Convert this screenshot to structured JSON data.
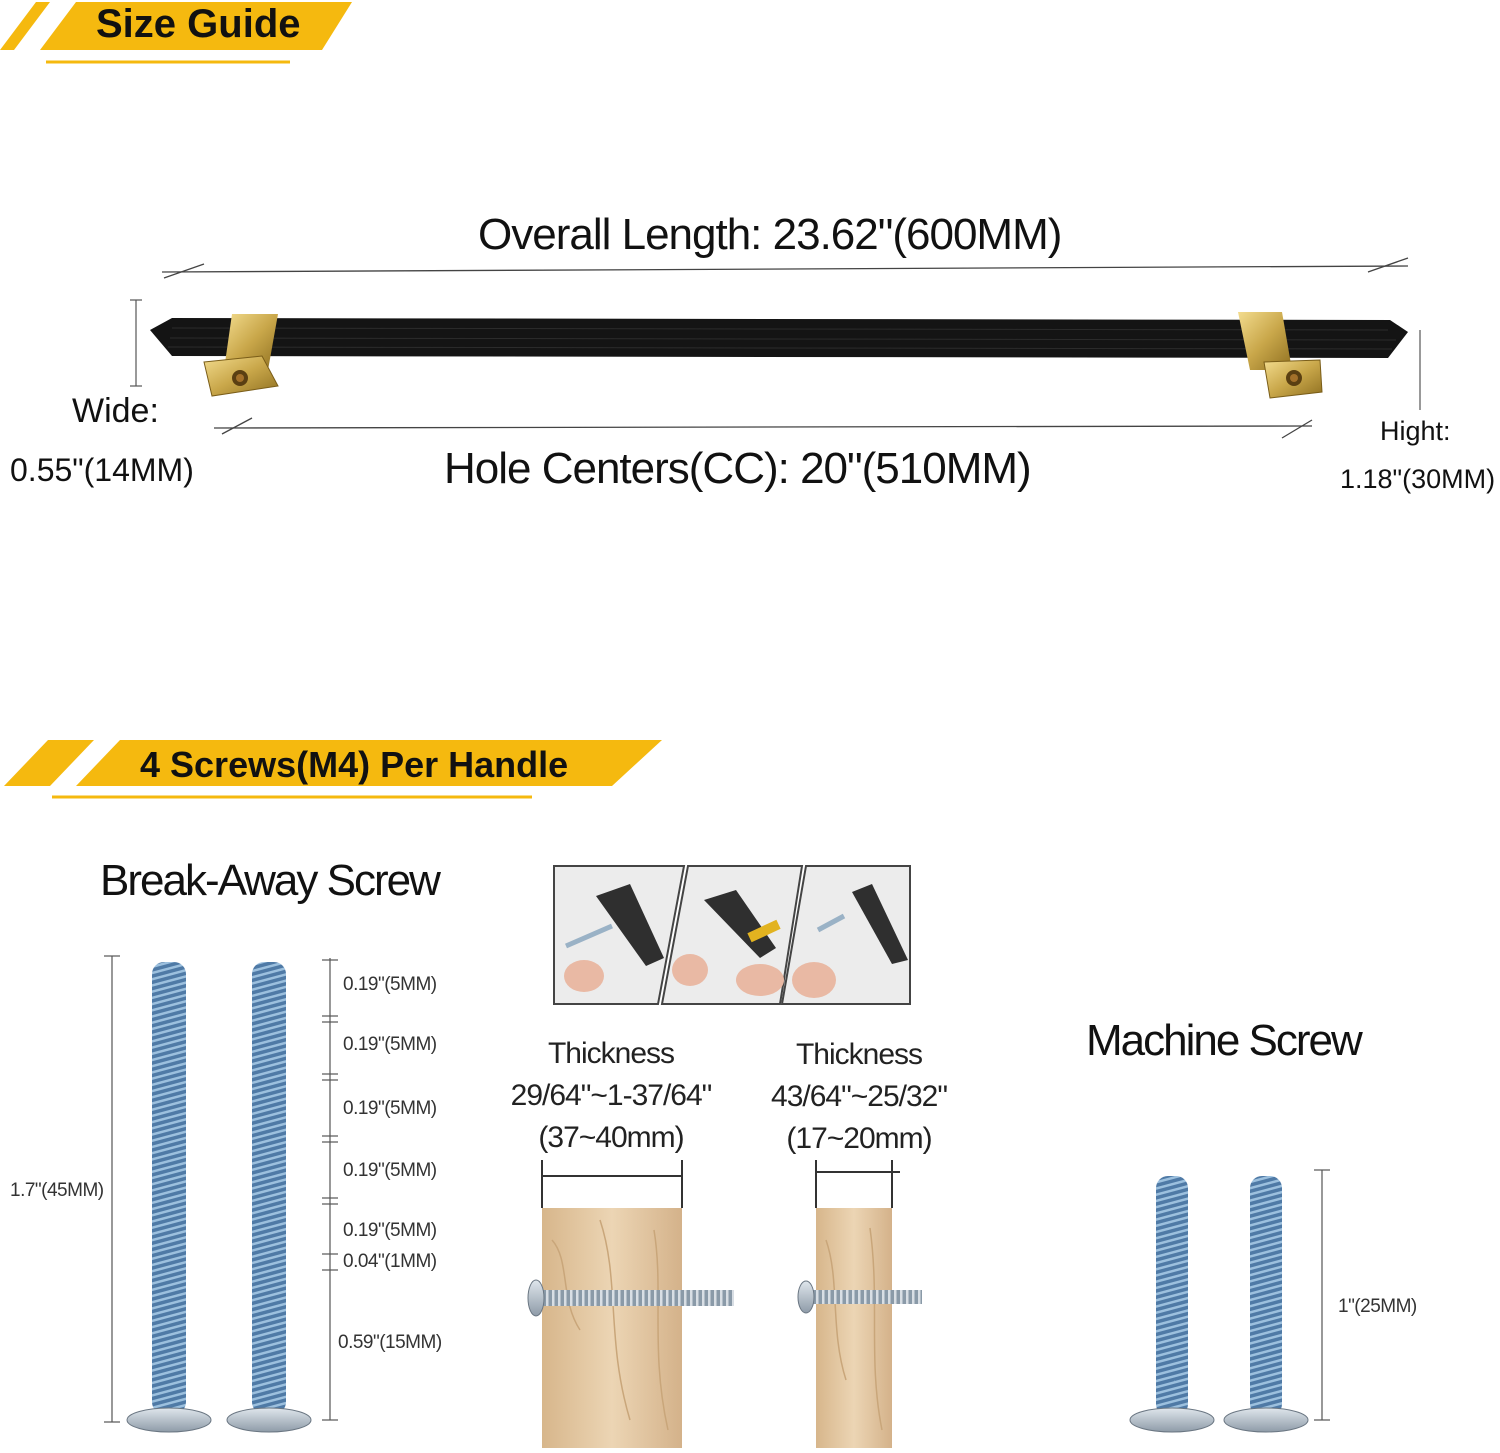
{
  "size_guide": {
    "banner_title": "Size Guide",
    "overall_length": "Overall Length: 23.62\"(600MM)",
    "hole_centers": "Hole Centers(CC): 20\"(510MM)",
    "wide_label": "Wide:",
    "wide_value": "0.55\"(14MM)",
    "height_label": "Hight:",
    "height_value": "1.18\"(30MM)"
  },
  "screws": {
    "banner_title": "4 Screws(M4) Per Handle",
    "break_away": {
      "title": "Break-Away Screw",
      "total_length": "1.7\"(45MM)",
      "segments": [
        "0.19\"(5MM)",
        "0.19\"(5MM)",
        "0.19\"(5MM)",
        "0.19\"(5MM)",
        "0.19\"(5MM)",
        "0.04\"(1MM)",
        "0.59\"(15MM)"
      ]
    },
    "thickness_a": {
      "label": "Thickness",
      "range_in": "29/64\"~1-37/64\"",
      "range_mm": "(37~40mm)"
    },
    "thickness_b": {
      "label": "Thickness",
      "range_in": "43/64\"~25/32\"",
      "range_mm": "(17~20mm)"
    },
    "machine": {
      "title": "Machine Screw",
      "length": "1\"(25MM)"
    }
  },
  "colors": {
    "banner_yellow": "#f5b90f",
    "handle_black": "#141414",
    "brass": "#c9a74a",
    "screw_blue": "#5c86b0",
    "wood": "#e3c9a5"
  }
}
